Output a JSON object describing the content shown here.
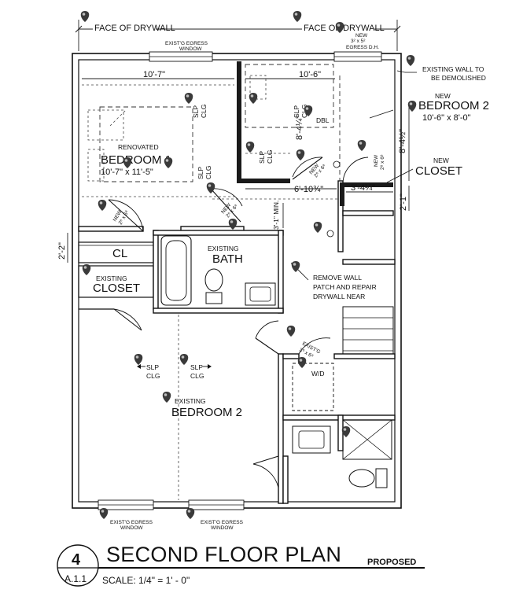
{
  "header": {
    "face_of_drywall_left": "FACE OF DRYWALL",
    "face_of_drywall_right": "FACE OF DRYWALL"
  },
  "windows": {
    "top_left": [
      "EXIST'G EGRESS",
      "WINDOW"
    ],
    "top_right": [
      "NEW",
      "3² x 5²",
      "EGRESS D.H."
    ],
    "bottom_left": [
      "EXIST'G EGRESS",
      "WINDOW"
    ],
    "bottom_right": [
      "EXIST'G EGRESS",
      "WINDOW"
    ]
  },
  "dimensions": {
    "bed1_width": "10'-7\"",
    "mid_width": "10'-6\"",
    "bed2_depth": "8'-4½\"",
    "dbl_depth": "8'-4¼\"",
    "hall_width": "6'-10¾\"",
    "closet_width": "3'-4¼\"",
    "closet_depth": "2'-1\"",
    "hall_min": "3'-1\" MIN.",
    "cl_depth": "2'-2\""
  },
  "rooms": {
    "bedroom1": {
      "prefix": "RENOVATED",
      "name": "BEDROOM 1",
      "size": "10'-7\" x 11'-5\""
    },
    "bedroom2_new": {
      "prefix": "NEW",
      "name": "BEDROOM 2",
      "size": "10'-6\" x 8'-0\""
    },
    "closet_new": {
      "prefix": "NEW",
      "name": "CLOSET"
    },
    "bath": {
      "prefix": "EXISTING",
      "name": "BATH"
    },
    "closet_existing": {
      "prefix": "EXISTING",
      "name": "CLOSET"
    },
    "cl": "CL",
    "bedroom2_existing": {
      "prefix": "EXISTING",
      "name": "BEDROOM 2"
    },
    "dbl": "DBL",
    "wd": "W/D"
  },
  "labels": {
    "slp": "SLP",
    "clg": "CLG",
    "door_new": [
      "NEW",
      "2⁸ x 6⁸"
    ],
    "door_existing": [
      "EXIST'G",
      "3⁰ x 6⁸"
    ]
  },
  "notes": {
    "existing_wall": [
      "EXISTING WALL TO",
      "BE DEMOLISHED"
    ],
    "remove_wall": [
      "REMOVE WALL",
      "PATCH AND REPAIR",
      "DRYWALL NEAR"
    ]
  },
  "title_block": {
    "number": "4",
    "sheet": "A.1.1",
    "title": "SECOND FLOOR PLAN",
    "status": "PROPOSED",
    "scale": "SCALE: 1/4\" = 1' - 0\""
  }
}
